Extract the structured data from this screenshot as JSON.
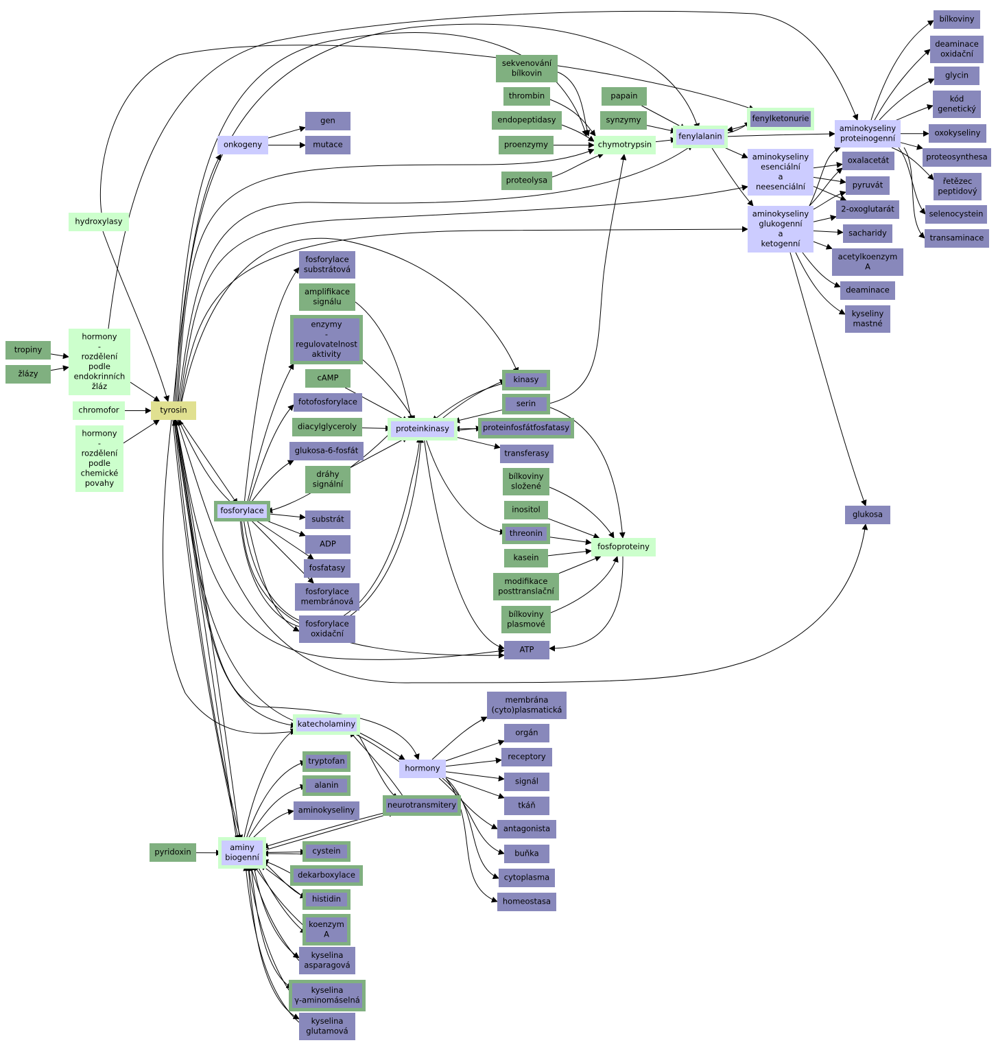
{
  "colors": {
    "root": "#e0e090",
    "hub": "#ccccff",
    "light": "#ccffcc",
    "green": "#80b080",
    "purple": "#8888bb",
    "frame_green": "#80b080",
    "frame_light": "#ccffcc"
  },
  "nodes": [
    {
      "id": "bilkoviny",
      "lines": [
        "bílkoviny"
      ],
      "style": "purple"
    },
    {
      "id": "deaminace_oxidacni",
      "lines": [
        "deaminace",
        "oxidační"
      ],
      "style": "purple"
    },
    {
      "id": "glycin",
      "lines": [
        "glycin"
      ],
      "style": "purple"
    },
    {
      "id": "kod_geneticky",
      "lines": [
        "kód",
        "genetický"
      ],
      "style": "purple"
    },
    {
      "id": "oxokyseliny",
      "lines": [
        "oxokyseliny"
      ],
      "style": "purple"
    },
    {
      "id": "proteosynthesa",
      "lines": [
        "proteosynthesa"
      ],
      "style": "purple"
    },
    {
      "id": "retezec_peptidovy",
      "lines": [
        "řetězec",
        "peptidový"
      ],
      "style": "purple"
    },
    {
      "id": "selenocystein",
      "lines": [
        "selenocystein"
      ],
      "style": "purple"
    },
    {
      "id": "transaminace",
      "lines": [
        "transaminace"
      ],
      "style": "purple"
    },
    {
      "id": "aminokyseliny_proteinogenni",
      "lines": [
        "aminokyseliny",
        "proteinogenní"
      ],
      "style": "hub"
    },
    {
      "id": "fenylketonurie",
      "lines": [
        "fenylketonurie"
      ],
      "style": "purple",
      "frame": "light"
    },
    {
      "id": "fenylalanin",
      "lines": [
        "fenylalanin"
      ],
      "style": "hub",
      "frame": "light"
    },
    {
      "id": "sekvenovani",
      "lines": [
        "sekvenování",
        "bílkovin"
      ],
      "style": "green"
    },
    {
      "id": "thrombin",
      "lines": [
        "thrombin"
      ],
      "style": "green"
    },
    {
      "id": "endopeptidasy",
      "lines": [
        "endopeptidasy"
      ],
      "style": "green"
    },
    {
      "id": "proenzymy",
      "lines": [
        "proenzymy"
      ],
      "style": "green"
    },
    {
      "id": "proteolysa",
      "lines": [
        "proteolysa"
      ],
      "style": "green"
    },
    {
      "id": "papain",
      "lines": [
        "papain"
      ],
      "style": "green"
    },
    {
      "id": "synzymy",
      "lines": [
        "synzymy"
      ],
      "style": "green"
    },
    {
      "id": "chymotrypsin",
      "lines": [
        "chymotrypsin"
      ],
      "style": "light"
    },
    {
      "id": "ak_esencialni",
      "lines": [
        "aminokyseliny",
        "esenciální",
        "a",
        "neesenciální"
      ],
      "style": "hub"
    },
    {
      "id": "ak_glukogenni",
      "lines": [
        "aminokyseliny",
        "glukogenní",
        "a",
        "ketogenní"
      ],
      "style": "hub"
    },
    {
      "id": "oxalacetat",
      "lines": [
        "oxalacetát"
      ],
      "style": "purple"
    },
    {
      "id": "pyruvat",
      "lines": [
        "pyruvát"
      ],
      "style": "purple"
    },
    {
      "id": "oxoglutarat",
      "lines": [
        "2-oxoglutarát"
      ],
      "style": "purple"
    },
    {
      "id": "sacharidy",
      "lines": [
        "sacharidy"
      ],
      "style": "purple"
    },
    {
      "id": "acetylkoenzym",
      "lines": [
        "acetylkoenzym",
        "A"
      ],
      "style": "purple"
    },
    {
      "id": "deaminace",
      "lines": [
        "deaminace"
      ],
      "style": "purple"
    },
    {
      "id": "kyseliny_mastne",
      "lines": [
        "kyseliny",
        "mastné"
      ],
      "style": "purple"
    },
    {
      "id": "glukosa",
      "lines": [
        "glukosa"
      ],
      "style": "purple"
    },
    {
      "id": "onkogeny",
      "lines": [
        "onkogeny"
      ],
      "style": "hub"
    },
    {
      "id": "gen",
      "lines": [
        "gen"
      ],
      "style": "purple"
    },
    {
      "id": "mutace",
      "lines": [
        "mutace"
      ],
      "style": "purple"
    },
    {
      "id": "hydroxylasy",
      "lines": [
        "hydroxylasy"
      ],
      "style": "light"
    },
    {
      "id": "tropiny",
      "lines": [
        "tropiny"
      ],
      "style": "green"
    },
    {
      "id": "zlazy",
      "lines": [
        "žlázy"
      ],
      "style": "green"
    },
    {
      "id": "hormony_endo",
      "lines": [
        "hormony",
        "-",
        "rozdělení",
        "podle",
        "endokrinních",
        "žláz"
      ],
      "style": "light"
    },
    {
      "id": "chromofor",
      "lines": [
        "chromofor"
      ],
      "style": "light"
    },
    {
      "id": "tyrosin",
      "lines": [
        "tyrosin"
      ],
      "style": "root"
    },
    {
      "id": "hormony_chem",
      "lines": [
        "hormony",
        "-",
        "rozdělení",
        "podle",
        "chemické",
        "povahy"
      ],
      "style": "light"
    },
    {
      "id": "fosforylace_substratova",
      "lines": [
        "fosforylace",
        "substrátová"
      ],
      "style": "purple"
    },
    {
      "id": "amplifikace",
      "lines": [
        "amplifikace",
        "signálu"
      ],
      "style": "green"
    },
    {
      "id": "enzymy",
      "lines": [
        "enzymy",
        "-",
        "regulovatelnost",
        "aktivity"
      ],
      "style": "purple",
      "frame": "green"
    },
    {
      "id": "camp",
      "lines": [
        "cAMP"
      ],
      "style": "green"
    },
    {
      "id": "fotofosforylace",
      "lines": [
        "fotofosforylace"
      ],
      "style": "purple"
    },
    {
      "id": "diacylglyceroly",
      "lines": [
        "diacylglyceroly"
      ],
      "style": "green"
    },
    {
      "id": "glukosa6",
      "lines": [
        "glukosa-6-fosfát"
      ],
      "style": "purple"
    },
    {
      "id": "drahy",
      "lines": [
        "dráhy",
        "signální"
      ],
      "style": "green"
    },
    {
      "id": "proteinkinasy",
      "lines": [
        "proteinkinasy"
      ],
      "style": "hub",
      "frame": "light"
    },
    {
      "id": "kinasy",
      "lines": [
        "kinasy"
      ],
      "style": "purple",
      "frame": "green"
    },
    {
      "id": "serin",
      "lines": [
        "serin"
      ],
      "style": "purple",
      "frame": "green"
    },
    {
      "id": "ppf",
      "lines": [
        "proteinfosfátfosfatasy"
      ],
      "style": "purple",
      "frame": "green"
    },
    {
      "id": "transferasy",
      "lines": [
        "transferasy"
      ],
      "style": "purple"
    },
    {
      "id": "bilkoviny_slozene",
      "lines": [
        "bílkoviny",
        "složené"
      ],
      "style": "green"
    },
    {
      "id": "inositol",
      "lines": [
        "inositol"
      ],
      "style": "green"
    },
    {
      "id": "threonin",
      "lines": [
        "threonin"
      ],
      "style": "purple",
      "frame": "green"
    },
    {
      "id": "kasein",
      "lines": [
        "kasein"
      ],
      "style": "green"
    },
    {
      "id": "modifikace",
      "lines": [
        "modifikace",
        "posttranslační"
      ],
      "style": "green"
    },
    {
      "id": "bilkoviny_plasmove",
      "lines": [
        "bílkoviny",
        "plasmové"
      ],
      "style": "green"
    },
    {
      "id": "fosfoproteiny",
      "lines": [
        "fosfoproteiny"
      ],
      "style": "light"
    },
    {
      "id": "atp",
      "lines": [
        "ATP"
      ],
      "style": "purple"
    },
    {
      "id": "fosforylace",
      "lines": [
        "fosforylace"
      ],
      "style": "hub",
      "frame": "green"
    },
    {
      "id": "substrat",
      "lines": [
        "substrát"
      ],
      "style": "purple"
    },
    {
      "id": "adp",
      "lines": [
        "ADP"
      ],
      "style": "purple"
    },
    {
      "id": "fosfatasy",
      "lines": [
        "fosfatasy"
      ],
      "style": "purple"
    },
    {
      "id": "fosforylace_membranova",
      "lines": [
        "fosforylace",
        "membránová"
      ],
      "style": "purple"
    },
    {
      "id": "fosforylace_oxidacni",
      "lines": [
        "fosforylace",
        "oxidační"
      ],
      "style": "purple"
    },
    {
      "id": "membrana",
      "lines": [
        "membrána",
        "(cyto)plasmatická"
      ],
      "style": "purple"
    },
    {
      "id": "katecholaminy",
      "lines": [
        "katecholaminy"
      ],
      "style": "hub",
      "frame": "light"
    },
    {
      "id": "organ",
      "lines": [
        "orgán"
      ],
      "style": "purple"
    },
    {
      "id": "receptory",
      "lines": [
        "receptory"
      ],
      "style": "purple"
    },
    {
      "id": "hormony",
      "lines": [
        "hormony"
      ],
      "style": "hub"
    },
    {
      "id": "signal",
      "lines": [
        "signál"
      ],
      "style": "purple"
    },
    {
      "id": "tkan",
      "lines": [
        "tkáň"
      ],
      "style": "purple"
    },
    {
      "id": "tryptofan",
      "lines": [
        "tryptofan"
      ],
      "style": "purple",
      "frame": "green"
    },
    {
      "id": "alanin",
      "lines": [
        "alanin"
      ],
      "style": "purple",
      "frame": "green"
    },
    {
      "id": "aminokyseliny",
      "lines": [
        "aminokyseliny"
      ],
      "style": "purple"
    },
    {
      "id": "neurotransmitery",
      "lines": [
        "neurotransmitery"
      ],
      "style": "purple",
      "frame": "green"
    },
    {
      "id": "antagonista",
      "lines": [
        "antagonista"
      ],
      "style": "purple"
    },
    {
      "id": "pyridoxin",
      "lines": [
        "pyridoxin"
      ],
      "style": "green"
    },
    {
      "id": "aminy_biogenni",
      "lines": [
        "aminy",
        "biogenní"
      ],
      "style": "hub",
      "frame": "light"
    },
    {
      "id": "cystein",
      "lines": [
        "cystein"
      ],
      "style": "purple",
      "frame": "green"
    },
    {
      "id": "bunka",
      "lines": [
        "buňka"
      ],
      "style": "purple"
    },
    {
      "id": "dekarboxylace",
      "lines": [
        "dekarboxylace"
      ],
      "style": "purple",
      "frame": "green"
    },
    {
      "id": "cytoplasma",
      "lines": [
        "cytoplasma"
      ],
      "style": "purple"
    },
    {
      "id": "histidin",
      "lines": [
        "histidin"
      ],
      "style": "purple",
      "frame": "green"
    },
    {
      "id": "homeostasa",
      "lines": [
        "homeostasa"
      ],
      "style": "purple"
    },
    {
      "id": "koenzym",
      "lines": [
        "koenzym",
        "A"
      ],
      "style": "purple",
      "frame": "green"
    },
    {
      "id": "kys_asparagova",
      "lines": [
        "kyselina",
        "asparagová"
      ],
      "style": "purple"
    },
    {
      "id": "kys_gaba",
      "lines": [
        "kyselina",
        "γ-aminomáselná"
      ],
      "style": "purple",
      "frame": "green"
    },
    {
      "id": "kys_glutamova",
      "lines": [
        "kyselina",
        "glutamová"
      ],
      "style": "purple"
    }
  ]
}
